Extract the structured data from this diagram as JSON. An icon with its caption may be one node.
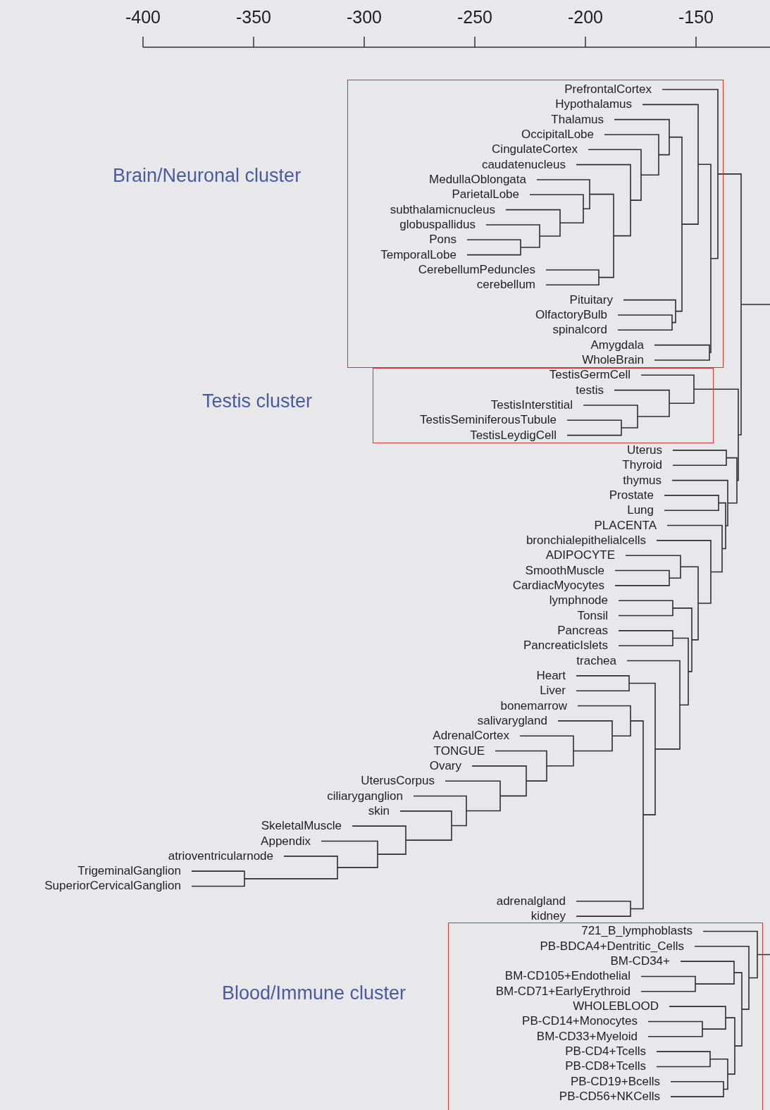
{
  "diagram": {
    "nodes": [
      {
        "text": [
          "Brain/Neuronal cluster"
        ]
      },
      {
        "text": [
          "PrefrontalCortex"
        ],
        "in": 0
      },
      {
        "text": [
          "Hypothalamus"
        ],
        "in": 0
      },
      {
        "text": [
          "Thalamus"
        ],
        "in": 0
      },
      {
        "text": [
          "OccipitalLobe"
        ],
        "in": 0
      },
      {
        "text": [
          "CingulateCortex"
        ],
        "in": 0
      },
      {
        "text": [
          "caudatenucleus"
        ],
        "in": 0
      },
      {
        "text": [
          "MedullaOblongata"
        ],
        "in": 0
      },
      {
        "text": [
          "ParietalLobe"
        ],
        "in": 0
      },
      {
        "text": [
          "subthalamicnucleus"
        ],
        "in": 0
      },
      {
        "text": [
          "globuspallidus"
        ],
        "in": 0
      },
      {
        "text": [
          "Pons"
        ],
        "in": 0
      },
      {
        "text": [
          "TemporalLobe"
        ],
        "in": 0
      },
      {
        "text": [
          "CerebellumPeduncles"
        ],
        "in": 0
      },
      {
        "text": [
          "cerebellum"
        ],
        "in": 0
      },
      {
        "text": [
          "Pituitary"
        ],
        "in": 0
      },
      {
        "text": [
          "OlfactoryBulb"
        ],
        "in": 0
      },
      {
        "text": [
          "spinalcord"
        ],
        "in": 0
      },
      {
        "text": [
          "Amygdala"
        ],
        "in": 0
      },
      {
        "text": [
          "WholeBrain"
        ],
        "in": 0
      },
      {
        "text": [
          "Testis cluster"
        ]
      },
      {
        "text": [
          "TestisGermCell"
        ],
        "in": 20
      },
      {
        "text": [
          "testis"
        ],
        "in": 20
      },
      {
        "text": [
          "TestisInterstitial"
        ],
        "in": 20
      },
      {
        "text": [
          "TestisSeminiferousTubule"
        ],
        "in": 20
      },
      {
        "text": [
          "TestisLeydigCell"
        ],
        "in": 20
      },
      {
        "text": [
          "Uterus"
        ]
      },
      {
        "text": [
          "Thyroid"
        ]
      },
      {
        "text": [
          "thymus"
        ]
      },
      {
        "text": [
          "Prostate"
        ]
      },
      {
        "text": [
          "Lung"
        ]
      },
      {
        "text": [
          "PLACENTA"
        ]
      },
      {
        "text": [
          "bronchialepithelialcells"
        ]
      },
      {
        "text": [
          "ADIPOCYTE"
        ]
      },
      {
        "text": [
          "SmoothMuscle"
        ]
      },
      {
        "text": [
          "CardiacMyocytes"
        ]
      },
      {
        "text": [
          "lymphnode"
        ]
      },
      {
        "text": [
          "Tonsil"
        ]
      },
      {
        "text": [
          "Pancreas"
        ]
      },
      {
        "text": [
          "PancreaticIslets"
        ]
      },
      {
        "text": [
          "trachea"
        ]
      },
      {
        "text": [
          "Heart"
        ]
      },
      {
        "text": [
          "Liver"
        ]
      },
      {
        "text": [
          "bonemarrow"
        ]
      },
      {
        "text": [
          "salivarygland"
        ]
      },
      {
        "text": [
          "AdrenalCortex"
        ]
      },
      {
        "text": [
          "TONGUE"
        ]
      },
      {
        "text": [
          "Ovary"
        ]
      },
      {
        "text": [
          "UterusCorpus"
        ]
      },
      {
        "text": [
          "ciliaryganglion"
        ]
      },
      {
        "text": [
          "skin"
        ]
      },
      {
        "text": [
          "SkeletalMuscle"
        ]
      },
      {
        "text": [
          "Appendix"
        ]
      },
      {
        "text": [
          "atrioventricularnode"
        ]
      },
      {
        "text": [
          "TrigeminalGanglion"
        ]
      },
      {
        "text": [
          "SuperiorCervicalGanglion"
        ]
      },
      {
        "text": [
          "adrenalgland"
        ]
      },
      {
        "text": [
          "kidney"
        ]
      },
      {
        "text": [
          "Blood/Immune cluster"
        ]
      },
      {
        "text": [
          "721_B_lymphoblasts"
        ],
        "in": 58
      },
      {
        "text": [
          "PB-BDCA4+Dentritic_Cells"
        ],
        "in": 58
      },
      {
        "text": [
          "BM-CD34+"
        ],
        "in": 58
      },
      {
        "text": [
          "BM-CD105+Endothelial"
        ],
        "in": 58
      },
      {
        "text": [
          "BM-CD71+EarlyErythroid"
        ],
        "in": 58
      },
      {
        "text": [
          "WHOLEBLOOD"
        ],
        "in": 58
      },
      {
        "text": [
          "PB-CD14+Monocytes"
        ],
        "in": 58
      },
      {
        "text": [
          "BM-CD33+Myeloid"
        ],
        "in": 58
      },
      {
        "text": [
          "PB-CD4+Tcells"
        ],
        "in": 58
      },
      {
        "text": [
          "PB-CD8+Tcells"
        ],
        "in": 58
      },
      {
        "text": [
          "PB-CD19+Bcells"
        ],
        "in": 58
      },
      {
        "text": [
          "PB-CD56+NKCells"
        ],
        "in": 58
      }
    ],
    "labels": [
      "-400",
      "-350",
      "-300",
      "-250",
      "-200",
      "-150"
    ]
  }
}
